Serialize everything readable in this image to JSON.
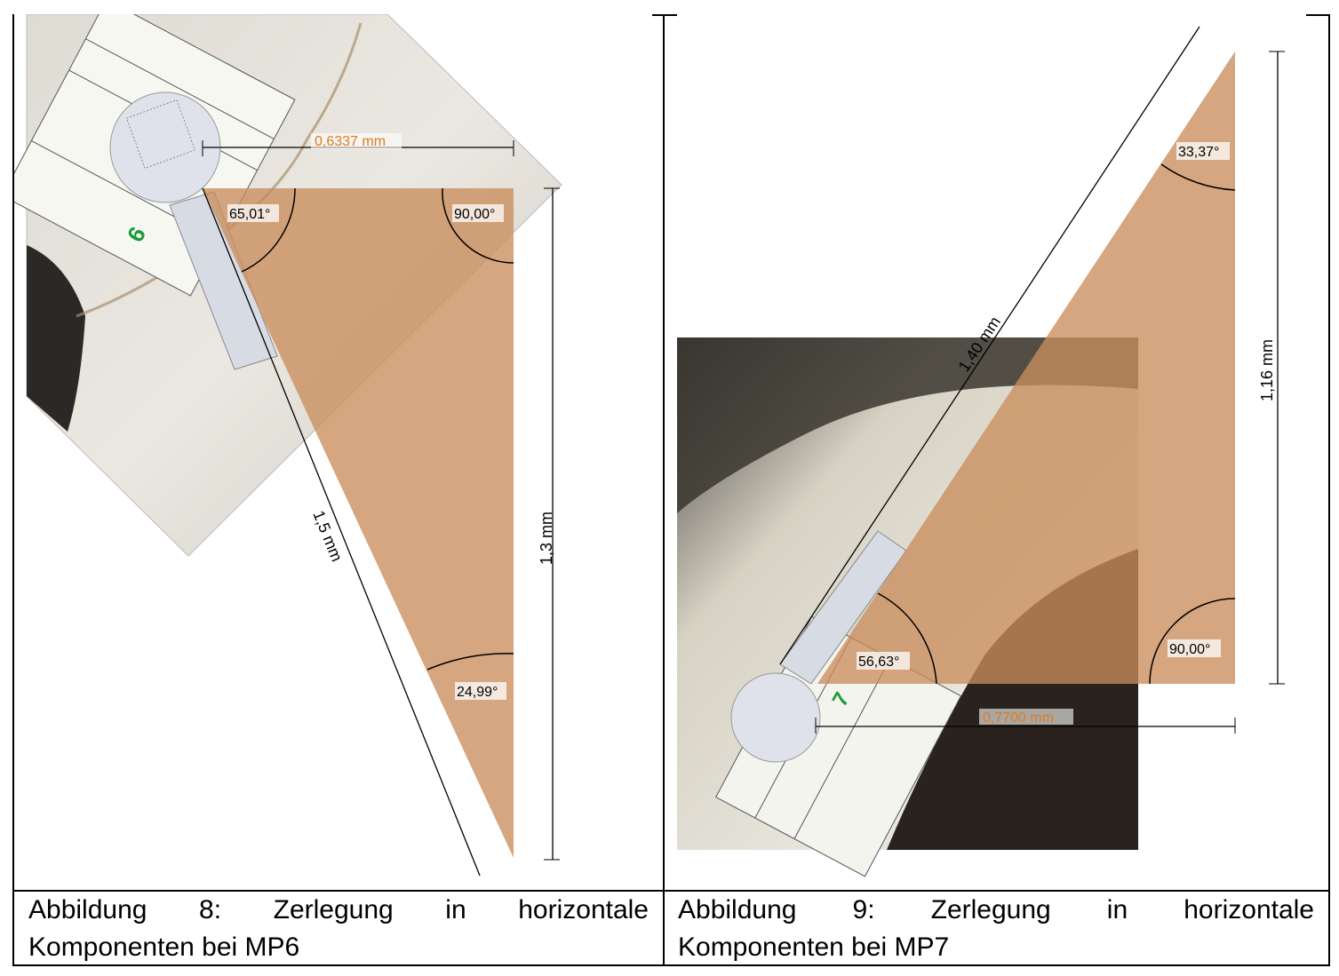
{
  "figure_left": {
    "note_digit": "6",
    "dims": {
      "top": "0,6337 mm",
      "hyp": "1,5 mm",
      "vert": "1,3 mm"
    },
    "angles": {
      "a1": "65,01°",
      "a2": "90,00°",
      "a3": "24,99°"
    },
    "caption_line1": "Abbildung 8: Zerlegung in horizontale",
    "caption_line2": "Komponenten bei MP6"
  },
  "figure_right": {
    "note_digit": "7",
    "dims": {
      "bottom": "0,7700 mm",
      "hyp": "1,40 mm",
      "vert": "1,16 mm"
    },
    "angles": {
      "a1": "33,37°",
      "a2": "56,63°",
      "a3": "90,00°"
    },
    "caption_line1": "Abbildung 9: Zerlegung in horizontale",
    "caption_line2": "Komponenten bei MP7"
  },
  "colors": {
    "triangle_fill": "#c98d5c",
    "dim_orange": "#e07b20",
    "plaster": "#e6e3dc"
  }
}
